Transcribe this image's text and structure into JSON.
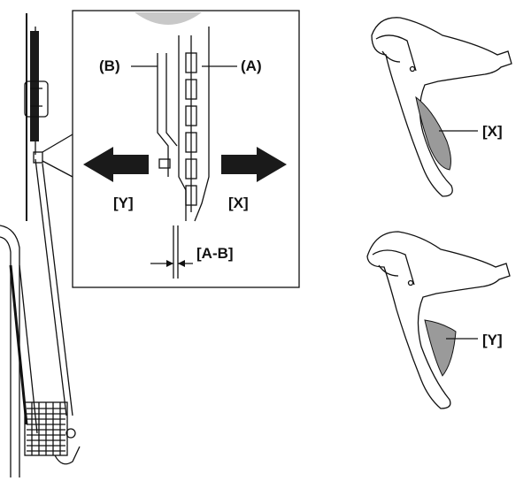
{
  "labels": {
    "a": "(A)",
    "b": "(B)",
    "x_arrow": "[X]",
    "y_arrow": "[Y]",
    "gap": "[A-B]",
    "lever_x": "[X]",
    "lever_y": "[Y]"
  },
  "colors": {
    "line": "#111111",
    "arrow": "#1a1a1a",
    "highlight": "#9a9a9a",
    "tire": "#c8c8c8"
  }
}
